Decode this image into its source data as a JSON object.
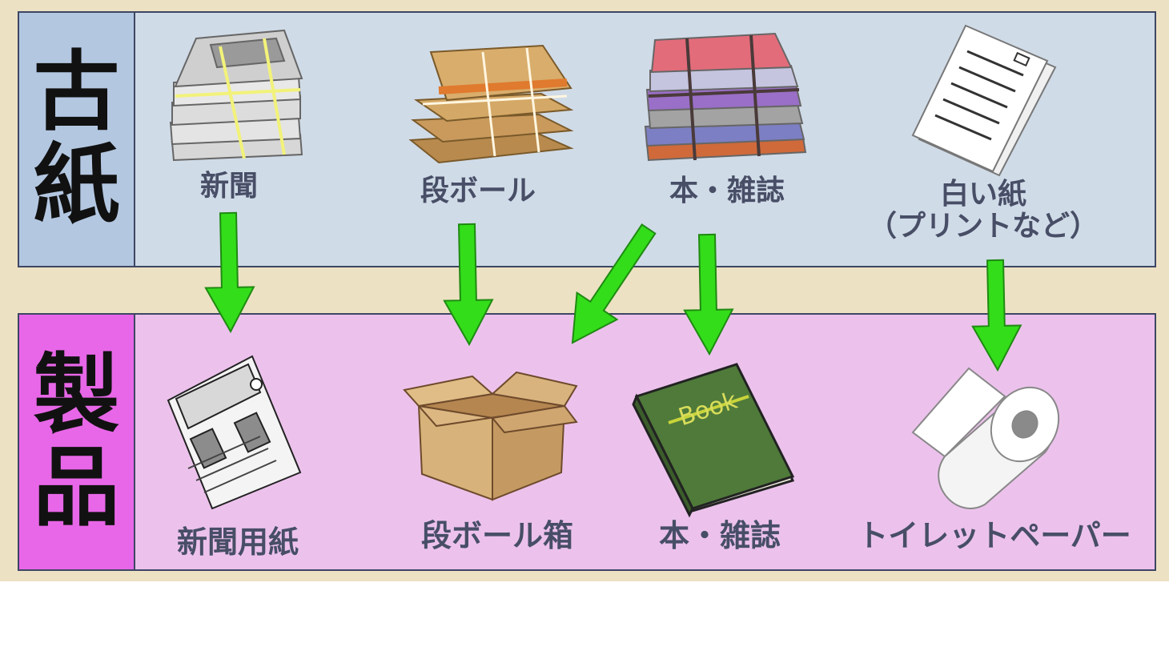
{
  "sections": {
    "source": {
      "heading_chars": [
        "古",
        "紙"
      ],
      "bg": "#d0dbe8",
      "side_bg": "#b3c7e1"
    },
    "product": {
      "heading_chars": [
        "製",
        "品"
      ],
      "bg": "#ecc2ec",
      "side_bg": "#e867e8"
    }
  },
  "source_items": [
    {
      "label": "新聞",
      "icon": "bundled-newspapers-icon"
    },
    {
      "label": "段ボール",
      "icon": "bundled-cardboard-icon"
    },
    {
      "label": "本・雑誌",
      "icon": "bundled-books-icon"
    },
    {
      "label_line1": "白い紙",
      "label_line2": "（プリントなど）",
      "icon": "white-paper-icon"
    }
  ],
  "product_items": [
    {
      "label": "新聞用紙",
      "icon": "newspaper-icon"
    },
    {
      "label": "段ボール箱",
      "icon": "cardboard-box-icon"
    },
    {
      "label": "本・雑誌",
      "icon": "book-icon",
      "book_text": "Book"
    },
    {
      "label": "トイレットペーパー",
      "icon": "toilet-paper-icon"
    }
  ],
  "flows": [
    {
      "from": "新聞",
      "to": "新聞用紙"
    },
    {
      "from": "段ボール",
      "to": "段ボール箱"
    },
    {
      "from": "本・雑誌",
      "to": "段ボール箱"
    },
    {
      "from": "本・雑誌",
      "to": "本・雑誌"
    },
    {
      "from": "白い紙",
      "to": "トイレットペーパー"
    }
  ],
  "colors": {
    "arrow": "#33dd1a",
    "arrow_outline": "#1f8a12",
    "border": "#3d4663",
    "label": "#474e66",
    "background": "#ede1c3"
  }
}
